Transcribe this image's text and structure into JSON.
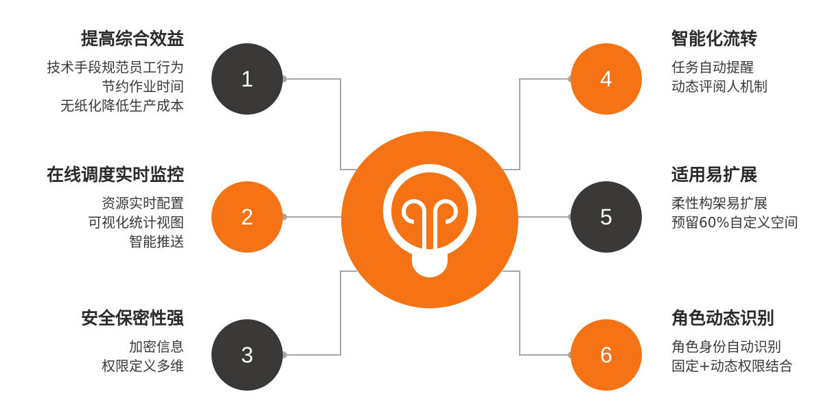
{
  "colors": {
    "orange": "#F57314",
    "dark": "#3B3838",
    "connector": "#A6A6A6"
  },
  "center": {
    "icon": "lightbulb-icon"
  },
  "items": [
    {
      "number": "1",
      "title": "提高综合效益",
      "lines": [
        "技术手段规范员工行为",
        "节约作业时间",
        "无纸化降低生产成本"
      ]
    },
    {
      "number": "2",
      "title": "在线调度实时监控",
      "lines": [
        "资源实时配置",
        "可视化统计视图",
        "智能推送"
      ]
    },
    {
      "number": "3",
      "title": "安全保密性强",
      "lines": [
        "加密信息",
        "权限定义多维"
      ]
    },
    {
      "number": "4",
      "title": "智能化流转",
      "lines": [
        "任务自动提醒",
        "动态评阅人机制"
      ]
    },
    {
      "number": "5",
      "title": "适用易扩展",
      "lines": [
        "柔性构架易扩展",
        "预留60%自定义空间"
      ]
    },
    {
      "number": "6",
      "title": "角色动态识别",
      "lines": [
        "角色身份自动识别",
        "固定+动态权限结合"
      ]
    }
  ]
}
